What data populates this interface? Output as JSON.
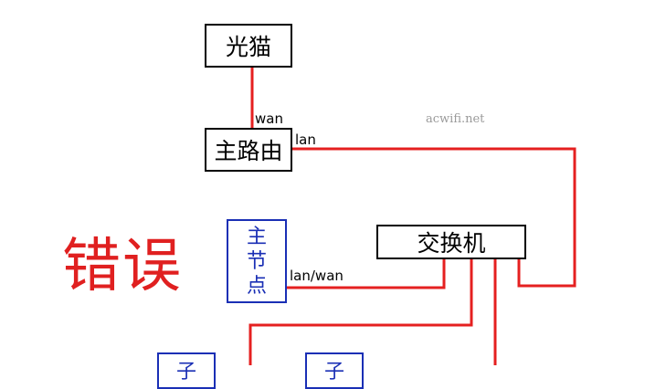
{
  "diagram": {
    "nodes": {
      "optical_modem": "光猫",
      "main_router": "主路由",
      "switch": "交换机",
      "main_node": "主节点",
      "sub_node_1": "子",
      "sub_node_2": "子"
    },
    "ports": {
      "wan": "wan",
      "lan": "lan",
      "lan_wan": "lan/wan"
    },
    "watermark": "acwifi.net",
    "verdict": "错误"
  },
  "colors": {
    "wire": "#e52020",
    "node_border": "#000000",
    "mesh_border": "#1a2fb5",
    "verdict": "#e02020"
  }
}
